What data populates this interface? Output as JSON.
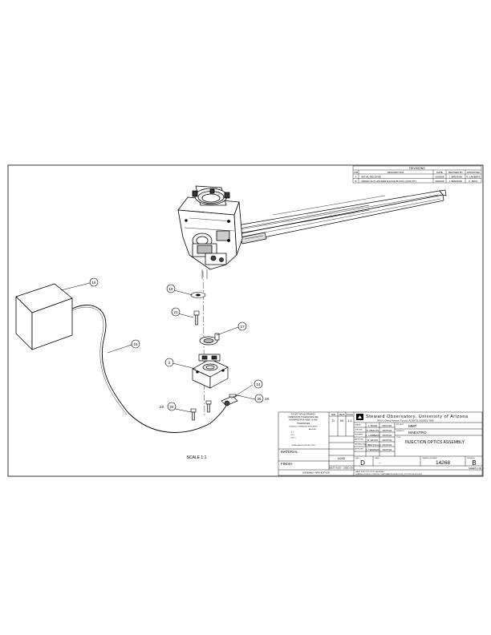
{
  "revisions": {
    "title": "REVISIONS",
    "headers": [
      "LTR",
      "DESCRIPTION",
      "DATE",
      "REVISED BY",
      "APPROVED"
    ],
    "rows": [
      [
        "A",
        "INITIAL RELEASE",
        "06/08/08",
        "J. BRENNAN",
        "K. LAMBERS"
      ],
      [
        "B",
        "ADDED SLIT HOLDER GAUGE BLOCK (12/06 PT)",
        "08/09/08",
        "J. BRENNAN",
        "K. ZENG"
      ]
    ]
  },
  "balloons": [
    {
      "num": "16",
      "qty": ""
    },
    {
      "num": "15",
      "qty": ""
    },
    {
      "num": "19",
      "qty": ""
    },
    {
      "num": "23",
      "qty": ""
    },
    {
      "num": "17",
      "qty": ""
    },
    {
      "num": "2",
      "qty": ""
    },
    {
      "num": "14",
      "qty": ""
    },
    {
      "num": "36",
      "qty": "2X"
    },
    {
      "num": "24",
      "qty": "2X"
    }
  ],
  "scale_note": "SCALE 1:1",
  "title_block": {
    "org_name": "Steward Observatory, University of Arizona",
    "org_address": "933 N. Cherry Avenue, Tucson, AZ 85721  (520)621-7829",
    "notes": {
      "line1": "DO NOT SCALE DRAWING",
      "line2": "DIMENSIONS TOLERANCES ARE",
      "line3": "INTERPRET PER ASME Y14.5M",
      "tol_head": "TOLERANCES",
      "tol_lines": [
        "UNLESS OTHERWISE SPECIFIED",
        "ANGLES",
        ".X  ±",
        ".XX  ±",
        ".XXX  ±"
      ]
    },
    "third_angle": "THIRD ANGLE PROJECTION",
    "size_cols": [
      "SIZE",
      "MEAS",
      "SCALE"
    ],
    "size_vals": [
      "D",
      "IN",
      "1:1"
    ],
    "material_label": "MATERIAL",
    "finish_label": "FINISH",
    "next_assy_label": "NEXT ASSY",
    "used_on_label": "USED ON",
    "drawing_no_small": "14268",
    "assy_note": "ASSEMBLY  APPLICATION",
    "role_labels": [
      "DRAWN",
      "CHECKED",
      "ENGINEER",
      "APPROVED",
      "MANUFACTURING",
      "APPROVED"
    ],
    "role_names": [
      "J. DUKE",
      "P. ABALOS",
      "K. LAMBERS",
      "R. WOOD",
      "N. BENTOLILA",
      "K. NEWMAN"
    ],
    "role_dates": [
      "05/27/04",
      "06/07/04",
      "06/07/04",
      "06/07/04",
      "06/07/04",
      "06/07/04"
    ],
    "project_label": "PROJECT",
    "project": "MMT",
    "subproject_label": "SUBPROJ",
    "subproject": "MAESTRO",
    "title_label": "TITLE",
    "title": "INJECTION OPTICS ASSEMBLY",
    "size_label": "SIZE",
    "size": "D",
    "cage_label": "CAGE",
    "cage": "-",
    "dwg_no_label": "DRAWING NUMBER",
    "dwg_no": "14268",
    "rev_label": "REVISION",
    "rev": "B",
    "sheet": "SHEET 2 OF 3",
    "footer1": "NAME: INJECTION OPTICS ASSEMBLY",
    "footer2": "DRAWING SOURCE LOCATION: C:\\MMT\\MAESTRO\\INJECTION_OPTICS\\14268.SLDDRW"
  }
}
